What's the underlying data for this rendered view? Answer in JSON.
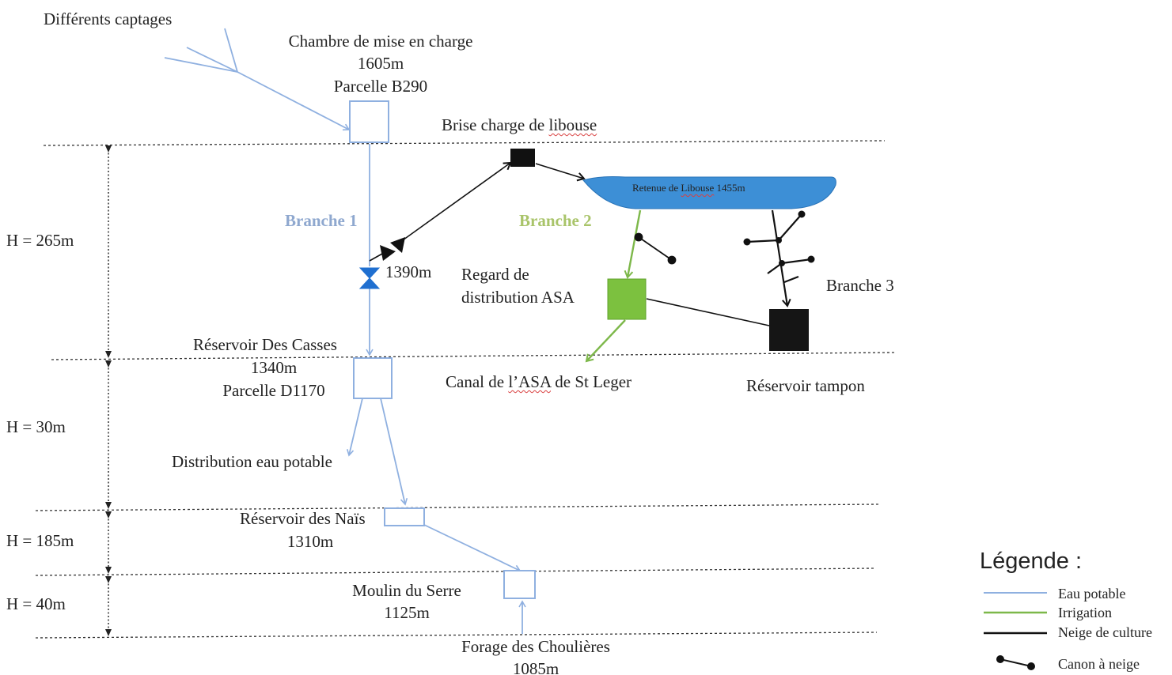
{
  "labels": {
    "captages": "Différents captages",
    "chambre_line1": "Chambre de mise en charge",
    "chambre_line2": "1605m",
    "chambre_line3": "Parcelle B290",
    "brise_charge_prefix": "Brise charge de ",
    "brise_charge_name": "libouse",
    "retenue_prefix": "Retenue de ",
    "retenue_name": "Libouse",
    "retenue_suffix": " 1455m",
    "branche1": "Branche 1",
    "branche2": "Branche 2",
    "branche3": "Branche 3",
    "vanne_alt": "1390m",
    "regard_line1": "Regard de",
    "regard_line2": "distribution ASA",
    "casses_line1": "Réservoir Des Casses",
    "casses_line2": "1340m",
    "casses_line3": "Parcelle D1170",
    "canal_prefix": "Canal de ",
    "canal_name": "l’ASA",
    "canal_suffix": " de St Leger",
    "tampon": "Réservoir tampon",
    "distribution": "Distribution eau potable",
    "nais_line1": "Réservoir des Naïs",
    "nais_line2": "1310m",
    "moulin_line1": "Moulin du Serre",
    "moulin_line2": "1125m",
    "forage_line1": "Forage des Choulières",
    "forage_line2": "1085m"
  },
  "heights": {
    "h1": "H = 265m",
    "h2": "H = 30m",
    "h3": "H = 185m",
    "h4": "H = 40m"
  },
  "legend": {
    "title": "Légende :",
    "items": [
      {
        "label": "Eau potable",
        "color": "#8fb0e0"
      },
      {
        "label": "Irrigation",
        "color": "#7db84a"
      },
      {
        "label": "Neige de culture",
        "color": "#111111"
      },
      {
        "label": "Canon à neige",
        "color": "#111111"
      }
    ]
  },
  "colors": {
    "eau_potable": "#8fb0e0",
    "irrigation": "#7db84a",
    "neige": "#111111",
    "retenue": "#3d8fd6",
    "vanne": "#1f6fd0"
  }
}
